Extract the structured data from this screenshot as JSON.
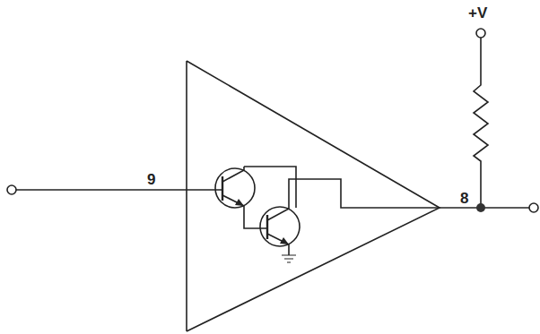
{
  "diagram": {
    "labels": [
      "+V",
      "9",
      "8"
    ]
  }
}
